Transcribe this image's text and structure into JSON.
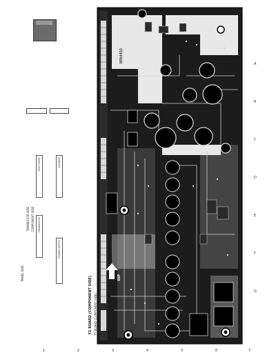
{
  "schematic": {
    "board_title": "Y2 BOARD (COMPONENT SIDE)",
    "board_code": "NPA4450",
    "board_marking": "DIP",
    "part_note": "YY BOARD (COMPONENT SIDE)",
    "left_labels": [
      "PANEL SIDE",
      "TRANSISTOR SIDE",
      "COMPONENT SIDE"
    ],
    "box_labels": [
      "TEST POINT",
      "VOLTAGE",
      "TRANSISTOR",
      "POWER SUPPLY"
    ],
    "row_markers": [
      "A",
      "B",
      "C",
      "D",
      "E",
      "F",
      "G"
    ],
    "column_markers": [
      "1",
      "2",
      "3",
      "4",
      "5",
      "6",
      "7"
    ]
  }
}
